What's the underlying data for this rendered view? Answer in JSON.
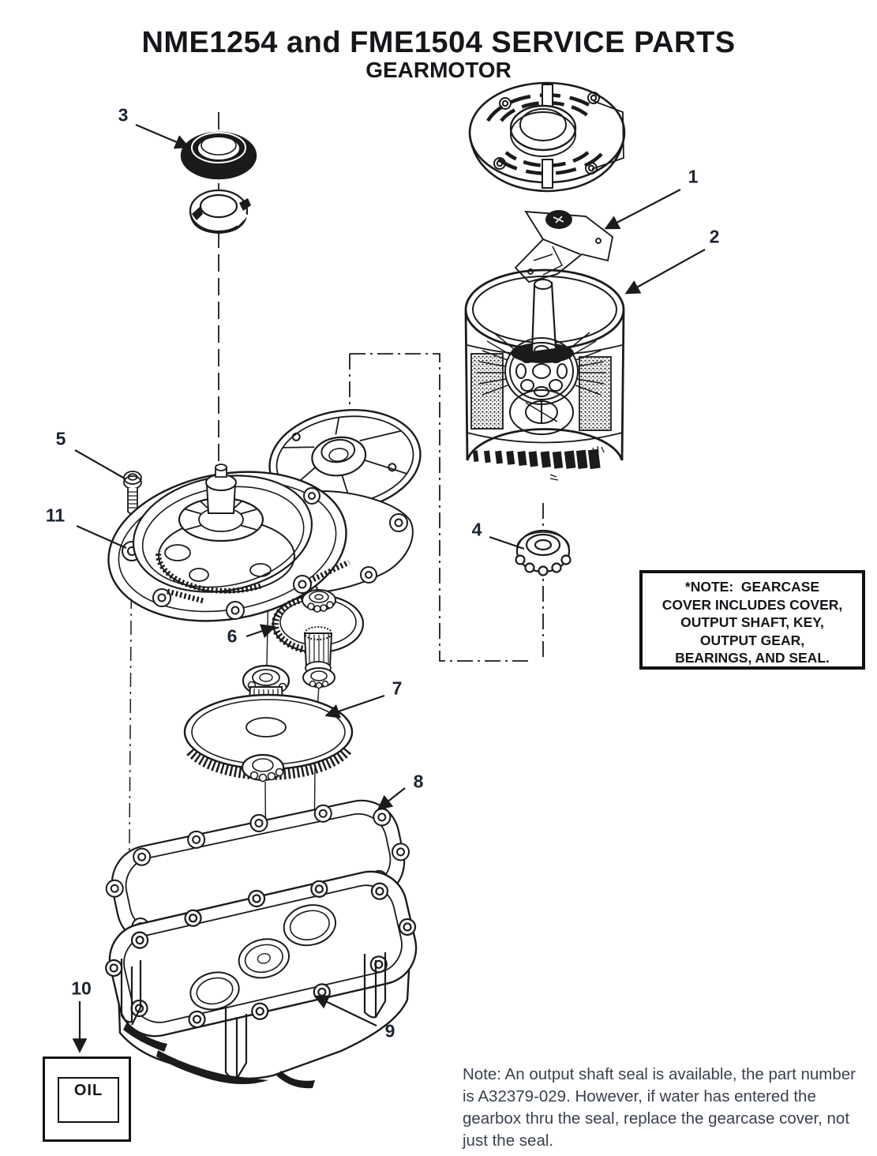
{
  "title": "NME1254 and FME1504 SERVICE PARTS",
  "subtitle": "GEARMOTOR",
  "callouts": {
    "1": "1",
    "2": "2",
    "3": "3",
    "4": "4",
    "5": "5",
    "6": "6",
    "7": "7",
    "8": "8",
    "9": "9",
    "10": "10",
    "11": "11"
  },
  "note_box": {
    "lines": [
      "*NOTE:  GEARCASE",
      "COVER INCLUDES COVER,",
      "OUTPUT SHAFT, KEY,",
      "OUTPUT GEAR,",
      "BEARINGS, AND SEAL."
    ]
  },
  "oil_box": {
    "label": "OIL"
  },
  "footnote": {
    "lines": [
      "Note: An output shaft seal is available, the part number",
      "is A32379-029. However, if water has entered the",
      "gearbox thru the seal, replace the gearcase cover, not",
      "just the seal."
    ]
  },
  "colors": {
    "ink": "#1b1b1b",
    "callout_text": "#1d2430",
    "footnote_text": "#3a414d"
  }
}
